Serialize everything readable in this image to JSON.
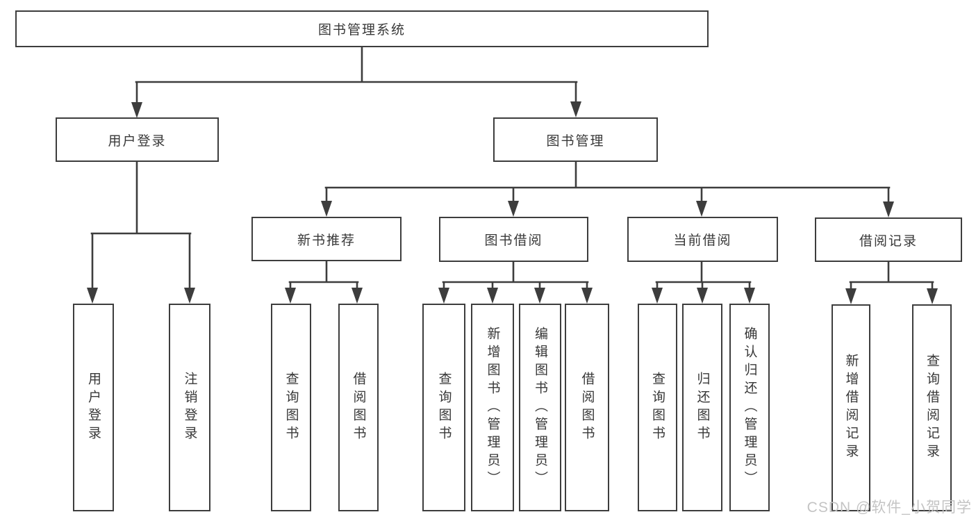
{
  "tree": {
    "root": {
      "label": "图书管理系统"
    },
    "children": [
      {
        "label": "用户登录",
        "children": [
          {
            "label": "用户登录"
          },
          {
            "label": "注销登录"
          }
        ]
      },
      {
        "label": "图书管理",
        "children": [
          {
            "label": "新书推荐",
            "children": [
              {
                "label": "查询图书"
              },
              {
                "label": "借阅图书"
              }
            ]
          },
          {
            "label": "图书借阅",
            "children": [
              {
                "label": "查询图书"
              },
              {
                "label": "新增图书（管理员）"
              },
              {
                "label": "编辑图书（管理员）"
              },
              {
                "label": "借阅图书"
              }
            ]
          },
          {
            "label": "当前借阅",
            "children": [
              {
                "label": "查询图书"
              },
              {
                "label": "归还图书"
              },
              {
                "label": "确认归还（管理员）"
              }
            ]
          },
          {
            "label": "借阅记录",
            "children": [
              {
                "label": "新增借阅记录"
              },
              {
                "label": "查询借阅记录"
              }
            ]
          }
        ]
      }
    ]
  },
  "watermark": "CSDN @软件_小贺同学",
  "colors": {
    "line": "#3d3d3d",
    "text": "#383838",
    "background": "#ffffff",
    "watermark": "#c4c4c4"
  }
}
